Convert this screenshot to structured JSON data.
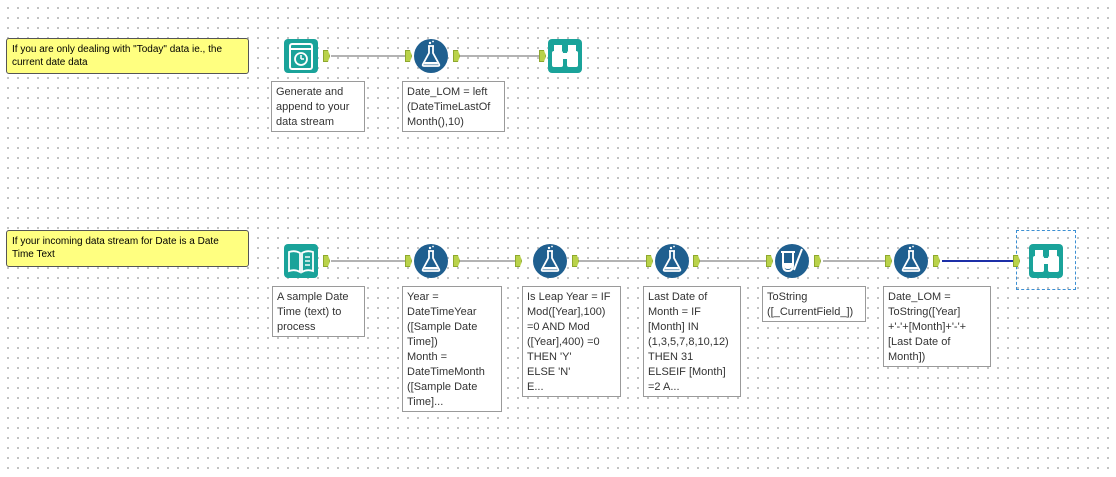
{
  "comments": [
    {
      "id": "c1",
      "text": "If you are only dealing with \"Today\" data ie., the current date data"
    },
    {
      "id": "c2",
      "text": "If your incoming data stream for Date is a Date Time Text"
    }
  ],
  "tools_row1": [
    {
      "id": "datetime",
      "type": "date-time-now",
      "icon": "clock-icon",
      "color": "#1aa39a",
      "annotation": "Generate and\nappend to your\ndata stream"
    },
    {
      "id": "formula1",
      "type": "formula",
      "icon": "flask-icon",
      "color": "#1f5f8f",
      "annotation": "Date_LOM = left\n(DateTimeLastOf\nMonth(),10)"
    },
    {
      "id": "browse1",
      "type": "browse",
      "icon": "binoculars-icon",
      "color": "#1aa39a",
      "annotation": ""
    }
  ],
  "tools_row2": [
    {
      "id": "textinput",
      "type": "text-input",
      "icon": "book-icon",
      "color": "#1aa39a",
      "annotation": " A sample Date\nTime (text)  to\nprocess"
    },
    {
      "id": "formula2",
      "type": "formula",
      "icon": "flask-icon",
      "color": "#1f5f8f",
      "annotation": "Year =\nDateTimeYear\n([Sample Date\nTime])\nMonth =\nDateTimeMonth\n([Sample Date\nTime]..."
    },
    {
      "id": "formula3",
      "type": "formula",
      "icon": "flask-icon",
      "color": "#1f5f8f",
      "annotation": "Is Leap Year = IF\nMod([Year],100)\n=0 AND Mod\n([Year],400) =0\nTHEN 'Y'\nELSE 'N'\nE..."
    },
    {
      "id": "formula4",
      "type": "formula",
      "icon": "flask-icon",
      "color": "#1f5f8f",
      "annotation": "Last Date of\nMonth = IF\n[Month] IN\n(1,3,5,7,8,10,12)\nTHEN 31\nELSEIF [Month]\n=2 A..."
    },
    {
      "id": "multifield",
      "type": "multi-field-formula",
      "icon": "test-tube-icon",
      "color": "#1f5f8f",
      "annotation": "ToString\n([_CurrentField_])"
    },
    {
      "id": "formula5",
      "type": "formula",
      "icon": "flask-icon",
      "color": "#1f5f8f",
      "annotation": "Date_LOM =\nToString([Year]\n+'-'+[Month]+'-'+\n[Last Date of\nMonth])"
    },
    {
      "id": "browse2",
      "type": "browse",
      "icon": "binoculars-icon",
      "color": "#1aa39a",
      "annotation": "",
      "selected": true
    }
  ],
  "colors": {
    "comment_bg": "#ffff80",
    "anchor": "#b9d24a",
    "wire": "#9a9a9a",
    "wire_selected": "#1c2fa8",
    "selection": "#3b8fd3"
  }
}
